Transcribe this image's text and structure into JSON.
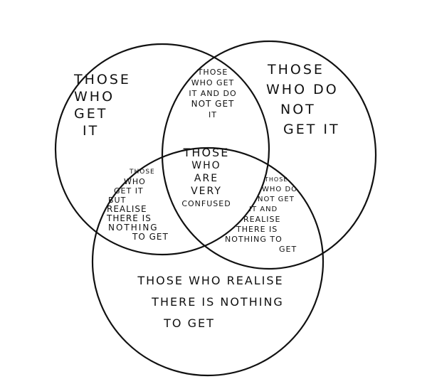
{
  "diagram": {
    "type": "venn",
    "regions": {
      "top_left_only": [
        "THOSE",
        "WHO",
        "GET",
        "IT"
      ],
      "top_right_only": [
        "THOSE",
        "WHO DO",
        "NOT",
        "GET IT"
      ],
      "bottom_only": [
        "THOSE WHO REALISE",
        "THERE IS NOTHING",
        "TO GET"
      ],
      "top_overlap": [
        "THOSE",
        "WHO GET",
        "IT AND DO",
        "NOT GET",
        "IT"
      ],
      "left_overlap": [
        "THOSE",
        "WHO",
        "GET IT",
        "BUT",
        "REALISE",
        "THERE IS",
        "NOTHING",
        "TO GET"
      ],
      "right_overlap": [
        "THOSE",
        "WHO DO",
        "NOT GET",
        "IT AND",
        "REALISE",
        "THERE IS",
        "NOTHING TO",
        "GET"
      ],
      "center": [
        "THOSE",
        "WHO",
        "ARE",
        "VERY",
        "CONFUSED"
      ]
    },
    "colors": {
      "ink": "#111111",
      "background": "#ffffff"
    }
  }
}
